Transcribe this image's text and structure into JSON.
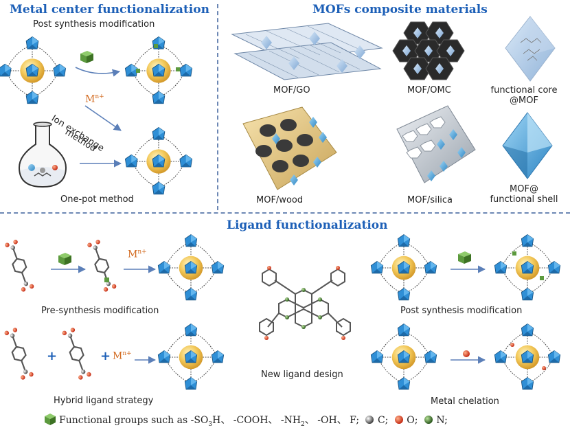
{
  "sections": {
    "metal_center": {
      "title": "Metal center functionalization",
      "post_synthesis": "Post synthesis modification",
      "ion_exchange_line1": "Ion exchange",
      "ion_exchange_line2": "method",
      "metal_symbol": "M",
      "metal_charge": "n+",
      "one_pot": "One-pot method"
    },
    "composites": {
      "title": "MOFs composite materials",
      "go": "MOF/GO",
      "omc": "MOF/OMC",
      "core_line1": "functional core",
      "core_line2": "@MOF",
      "wood": "MOF/wood",
      "silica": "MOF/silica",
      "shell_line1": "MOF@",
      "shell_line2": "functional shell"
    },
    "ligand": {
      "title": "Ligand functionalization",
      "pre_synthesis": "Pre-synthesis modification",
      "hybrid": "Hybrid ligand strategy",
      "new_design": "New ligand design",
      "post_synthesis": "Post synthesis modification",
      "chelation": "Metal chelation",
      "metal_symbol": "M",
      "metal_charge": "n+",
      "plus": "+"
    }
  },
  "legend": {
    "text": "Functional groups such as -SO",
    "sub3": "3",
    "h": "H、 -COOH、 -NH",
    "sub2": "2",
    "rest": "、 -OH、 F;",
    "c": "C;",
    "o": "O;",
    "n": "N;"
  },
  "colors": {
    "title": "#1c5fb7",
    "metal_label": "#d2691e",
    "node": "#2f8fd6",
    "core": "#f3c95a",
    "functional_group": "#5c9a3e",
    "arrow": "#5b7fb8"
  }
}
